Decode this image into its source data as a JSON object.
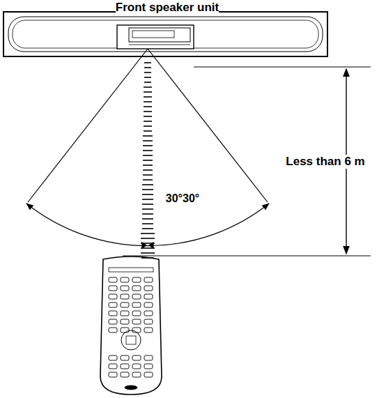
{
  "diagram": {
    "labels": [
      "Front speaker unit",
      "Less than 6 m",
      "30°30°"
    ]
  }
}
